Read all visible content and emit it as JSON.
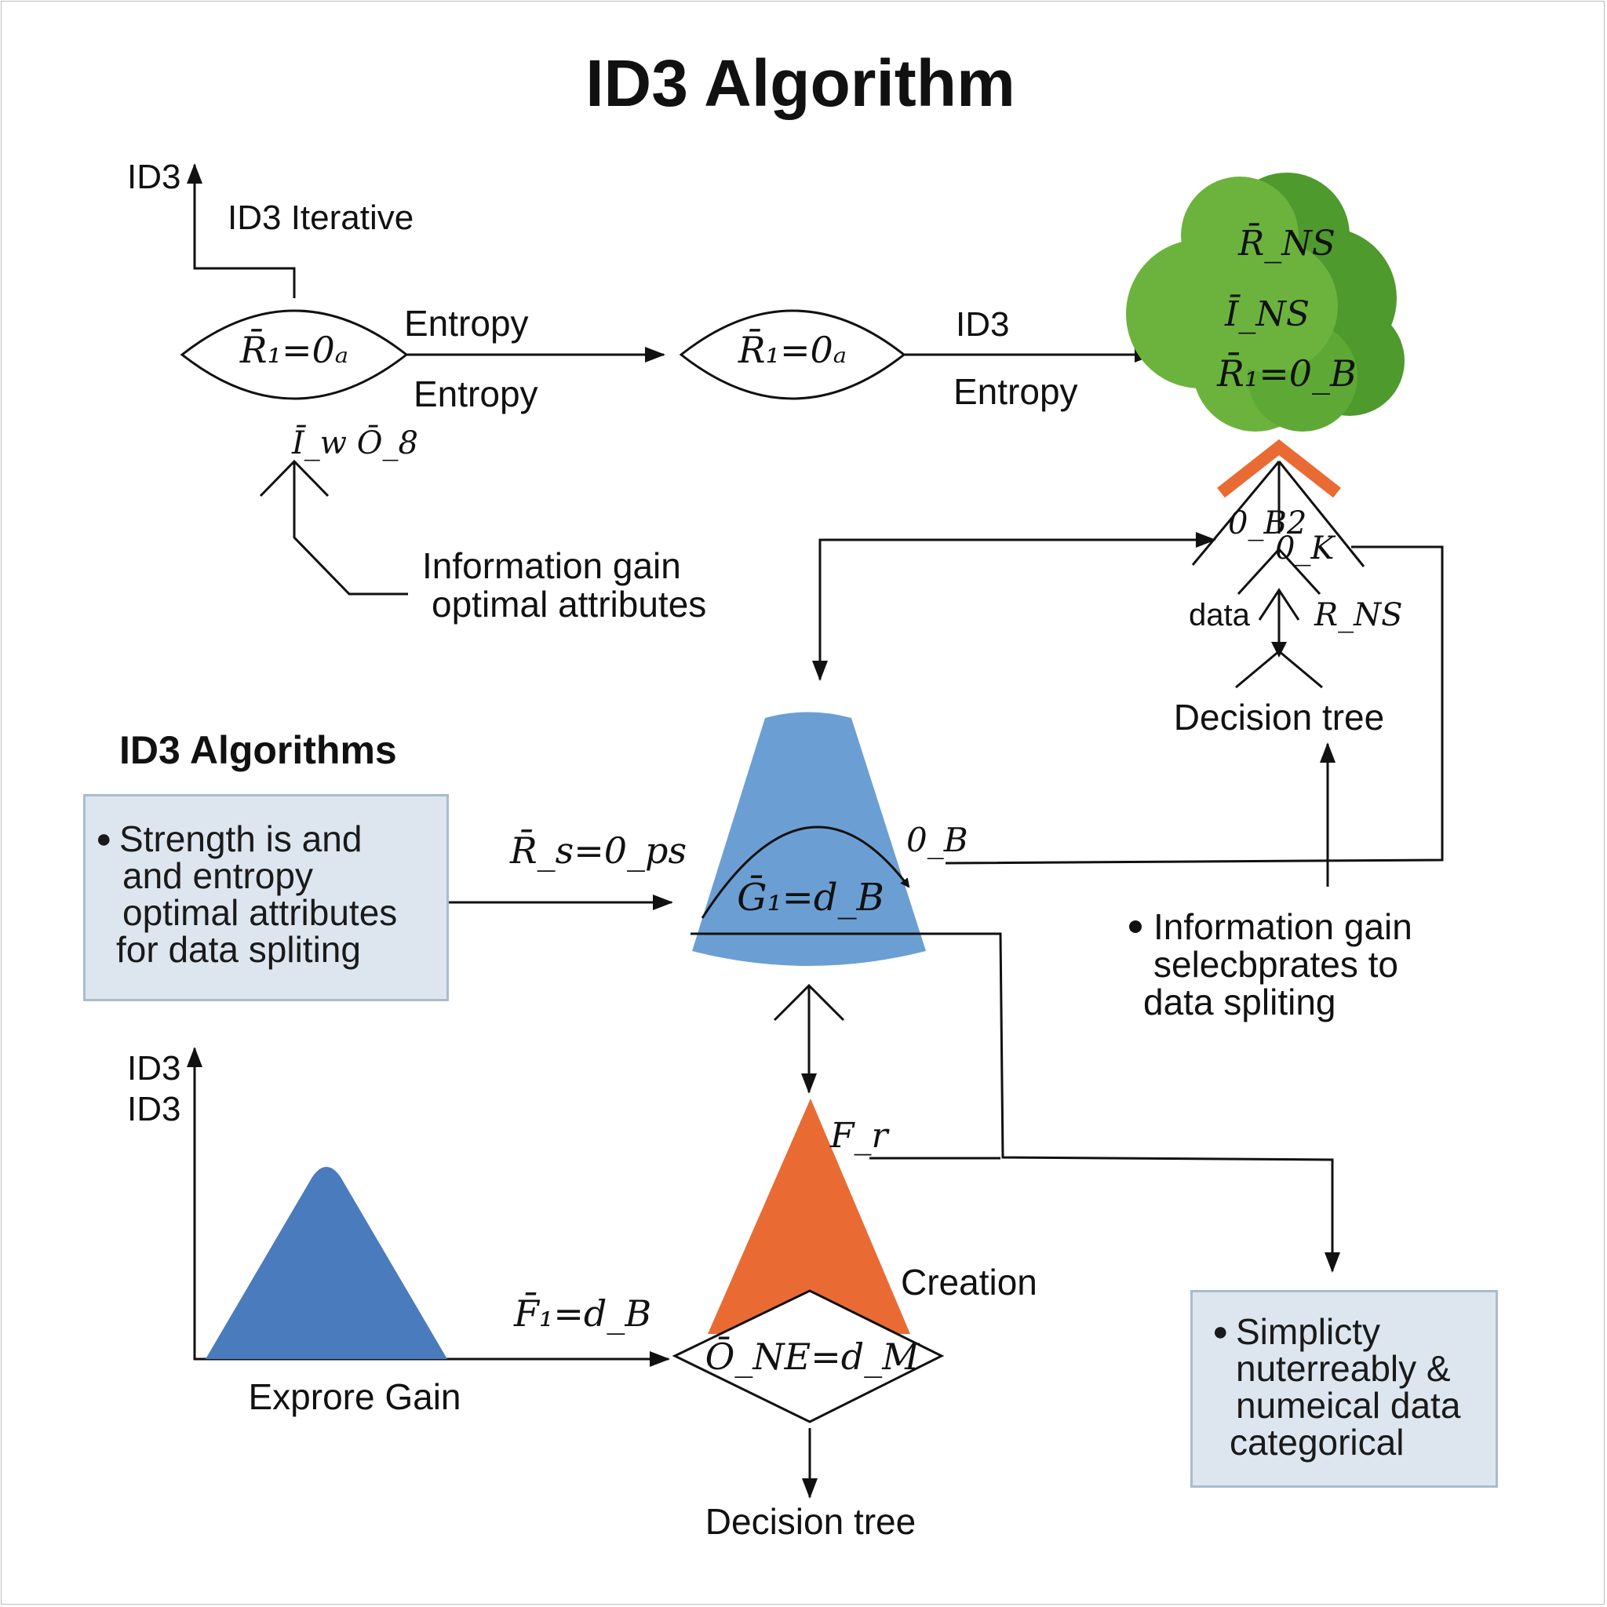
{
  "title": "ID3 Algorithm",
  "colors": {
    "green_cloud": "#6cb33e",
    "green_dark": "#4e9a2d",
    "blue_shape": "#6b9fd4",
    "blue_triangle": "#4a7bbd",
    "orange": "#e96b33",
    "panel_fill": "#dde6ef",
    "panel_border": "#a9bccd"
  },
  "top_flow": {
    "axis_label": "ID3",
    "iterative_label": "ID3 Iterative",
    "diamond1_eq": "R̄₁=0ₐ",
    "diamond1_label_top": "Entropy",
    "diamond1_label_bottom": "Entropy",
    "diamond1_below": "Ī_w  Ō_8",
    "diamond2_eq": "R̄₁=0ₐ",
    "diamond2_label_top": "ID3",
    "diamond2_label_bottom": "Entropy",
    "info_gain_line1": "Information gain",
    "info_gain_line2": "optimal attributes"
  },
  "cloud": {
    "line1": "R̄_NS",
    "line2": "Ī_NS",
    "line3": "R̄₁=0_B",
    "icon": "tree-cloud-icon"
  },
  "tree_right": {
    "node1": "0_B2",
    "node2": "0_K",
    "leaf_left": "data",
    "leaf_right": "R_NS",
    "label": "Decision tree"
  },
  "left_section": {
    "heading": "ID3 Algorithms",
    "panel_lines": [
      "Strength is and",
      "and entropy",
      "optimal attributes",
      "for data spliting"
    ],
    "arrow_eq": "R̄_s=0_ps"
  },
  "cone": {
    "eq": "Ḡ₁=d_B",
    "right_label": "0_B"
  },
  "right_bullet": {
    "lines": [
      "Information gain",
      "selecbprates to",
      "data spliting"
    ]
  },
  "bottom": {
    "axis_label1": "ID3",
    "axis_label2": "ID3",
    "triangle_label": "Exprore Gain",
    "arrow_eq": "F̄₁=d_B",
    "orange_label": "F_r",
    "creation_label": "Creation",
    "diamond_eq": "Ō_NE=d_M",
    "bottom_label": "Decision tree"
  },
  "bottom_panel": {
    "lines": [
      "Simplicty",
      "nuterreably &",
      "numeical data",
      "categorical"
    ]
  }
}
